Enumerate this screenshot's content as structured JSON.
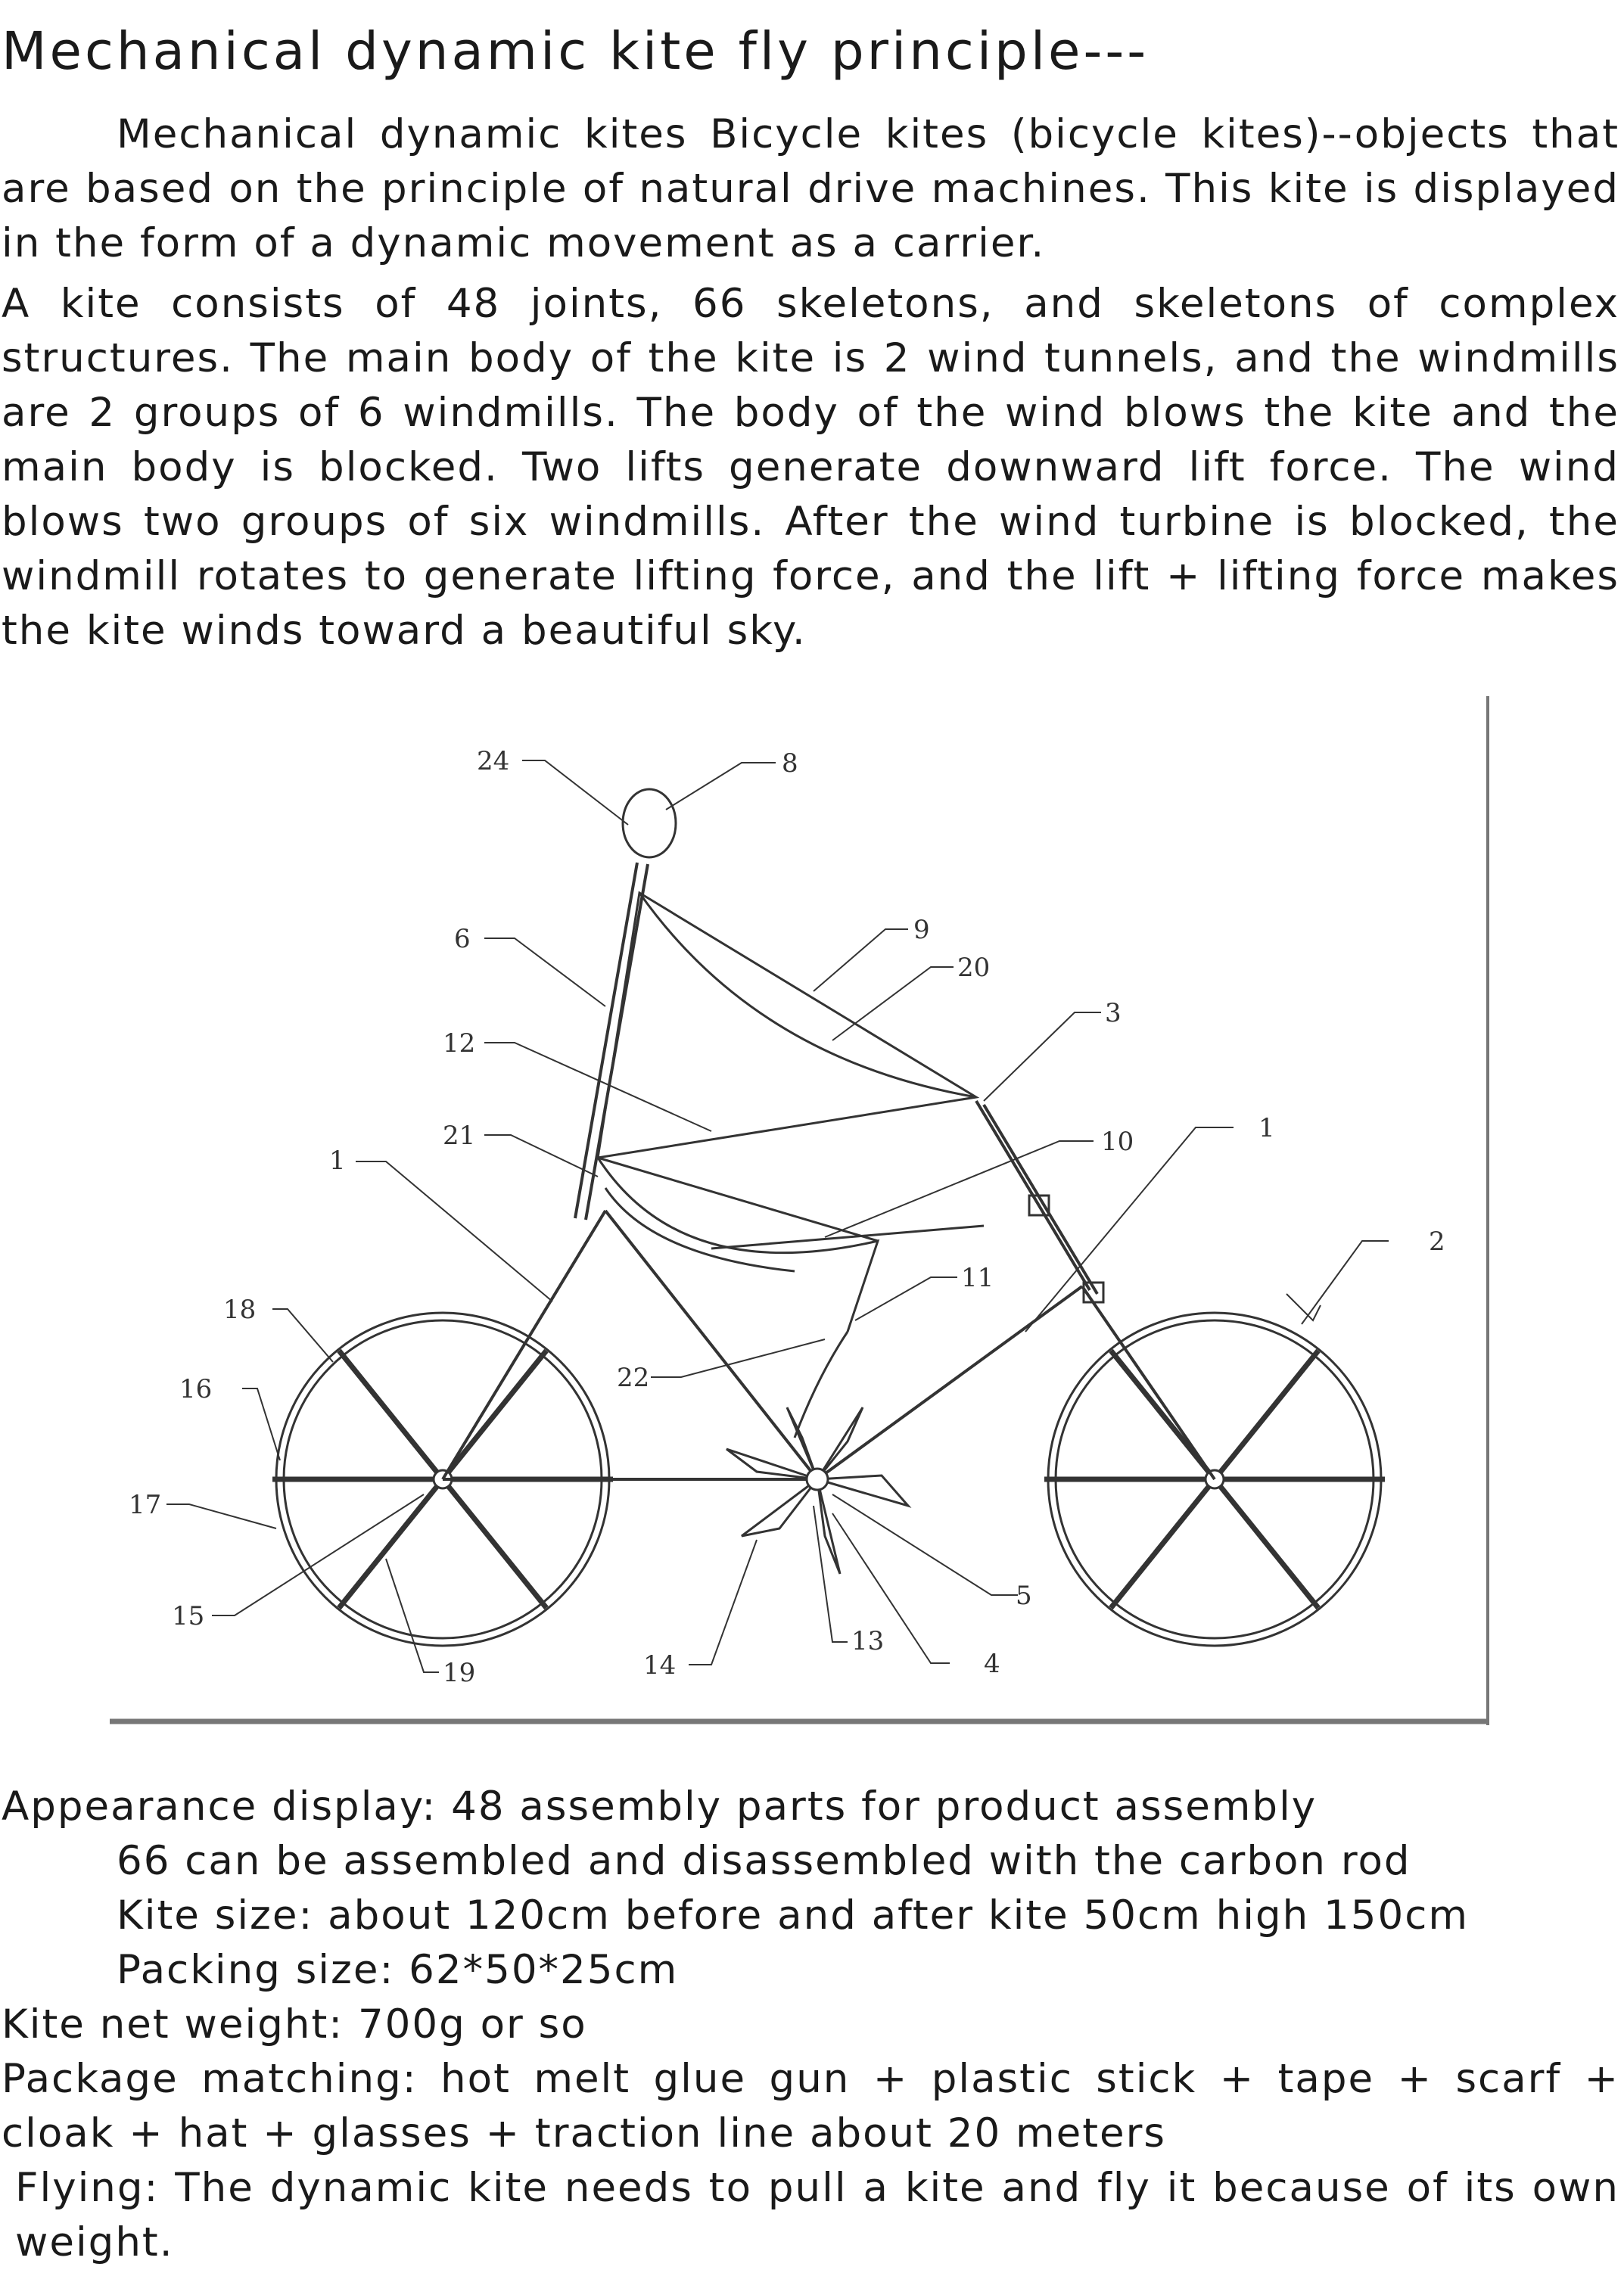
{
  "title": "Mechanical dynamic kite fly principle---",
  "paragraphs": [
    "Mechanical dynamic kites Bicycle kites (bicycle kites)--objects that are based on the principle of natural drive machines. This kite is displayed in the form of a dynamic movement as a carrier.",
    "A kite consists of 48 joints, 66 skeletons, and skeletons of complex structures. The main body of the kite is 2 wind tunnels, and the windmills are 2 groups of 6 windmills. The body of the wind blows the kite and the main body is blocked. Two lifts generate downward lift force. The wind blows two groups of six windmills. After the wind turbine is blocked, the windmill rotates to generate lifting force, and the lift + lifting force makes the kite winds toward a beautiful sky."
  ],
  "figure": {
    "labels": {
      "l24": "24",
      "l8": "8",
      "l6": "6",
      "l9": "9",
      "l20": "20",
      "l12": "12",
      "l3": "3",
      "l21": "21",
      "l10": "10",
      "l1a": "1",
      "l1b": "1",
      "l2": "2",
      "l18": "18",
      "l11": "11",
      "l22": "22",
      "l16": "16",
      "l17": "17",
      "l15": "15",
      "l5": "5",
      "l13": "13",
      "l19": "19",
      "l14": "14",
      "l4": "4"
    }
  },
  "specs": {
    "appearance": "Appearance display: 48 assembly parts for product assembly",
    "carbon": "66 can be assembled and disassembled with the carbon rod",
    "size": "Kite size: about 120cm before and after kite 50cm high 150cm",
    "packing": "Packing size: 62*50*25cm",
    "weight": "Kite net weight: 700g or so",
    "package": "Package matching: hot melt glue gun + plastic stick + tape + scarf + cloak + hat + glasses + traction line about 20 meters",
    "flying": "Flying: The dynamic kite needs to pull a kite and fly it because of its own weight."
  }
}
